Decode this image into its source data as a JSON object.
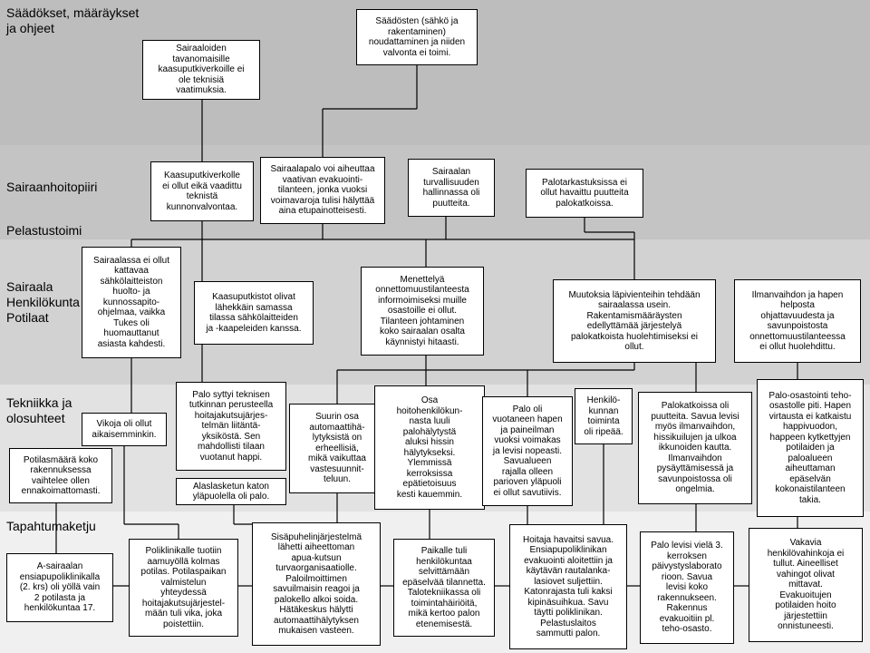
{
  "bands": [
    {
      "label": "Säädökset, määräykset\nja ohjeet",
      "color": "#bdbdbd"
    },
    {
      "label": "Sairaanhoitopiiri",
      "color": "#c4c4c4"
    },
    {
      "label": "Pelastustoimi",
      "color": "#c4c4c4"
    },
    {
      "label": "Sairaala\nHenkilökunta\nPotilaat",
      "color": "#d2d2d2"
    },
    {
      "label": "Tekniikka ja\nolosuhteet",
      "color": "#e2e2e2"
    },
    {
      "label": "Tapahtumaketju",
      "color": "#f0f0f0"
    }
  ],
  "boxes": {
    "b_std1": "Sairaaloiden\ntavanomaisille\nkaasuputkiverkoille ei\nole teknisiä\nvaatimuksia.",
    "b_std2": "Säädösten (sähkö ja\nrakentaminen)\nnoudattaminen ja niiden\nvalvonta ei toimi.",
    "b_shp1": "Kaasuputkiverkolle\nei ollut eikä vaadittu\nteknistä\nkunnonvalvontaa.",
    "b_shp2": "Sairaalapalo voi aiheuttaa\nvaativan evakuointi-\ntilanteen, jonka vuoksi\nvoimavaroja tulisi hälyttää\naina etupainotteisesti.",
    "b_shp3": "Sairaalan\nturvallisuuden\nhallinnassa oli\npuutteita.",
    "b_shp4": "Palotarkastuksissa ei\nollut havaittu puutteita\npalokatkoissa.",
    "b_hos1": "Sairaalassa ei ollut\nkattavaa\nsähkölaitteiston\nhuolto- ja\nkunnossapito-\nohjelmaa, vaikka\nTukes oli\nhuomauttanut\nasiasta kahdesti.",
    "b_hos2": "Kaasuputkistot olivat\nlähekkäin samassa\ntilassa sähkölaitteiden\nja -kaapeleiden kanssa.",
    "b_hos3": "Menettelyä\nonnettomuustilanteesta\ninformoimiseksi muille\nosastoille ei ollut.\nTilanteen johtaminen\nkoko sairaalan osalta\nkäynnistyi hitaasti.",
    "b_hos4": "Muutoksia läpivienteihin tehdään\nsairaalassa usein.\nRakentamismääräysten\nedellyttämää järjestelyä\npalokatkoista huolehtimiseksi ei\nollut.",
    "b_hos5": "Ilmanvaihdon ja hapen\nhelposta\nohjattavuudesta ja\nsavunpoistosta\nonnettomuustilanteessa\nei ollut huolehdittu.",
    "b_tec0": "Potilasmäärä koko\nrakennuksessa\nvaihtelee ollen\nennakoimattomasti.",
    "b_tec1": "Vikoja oli ollut\naikaisemminkin.",
    "b_tec2": "Palo syttyi teknisen\ntutkinnan perusteella\nhoitajakutsujärjes-\ntelmän liitäntä-\nyksiköstä. Sen\nmahdollisti tilaan\nvuotanut happi.",
    "b_tec2b": "Alaslasketun katon\nyläpuolella oli palo.",
    "b_tec3": "Suurin osa\nautomaattihä-\nlytyksistä on\nerheellisiä,\nmikä vaikuttaa\nvastesuunnit-\nteluun.",
    "b_tec4": "Osa\nhoitohenkilökun-\nnasta luuli\npalohälytystä\naluksi hissin\nhälytykseksi.\nYlemmissä\nkerroksissa\nepätietoisuus\nkesti kauemmin.",
    "b_tec5": "Palo oli\nvuotaneen hapen\nja paineilman\nvuoksi voimakas\nja levisi nopeasti.\nSavualueen\nrajalla olleen\nparioven yläpuoli\nei ollut savutiivis.",
    "b_tec6": "Henkilö-\nkunnan\ntoiminta\noli ripeää.",
    "b_tec7": "Palokatkoissa oli\npuutteita. Savua levisi\nmyös ilmanvaihdon,\nhissikuilujen ja ulkoa\nikkunoiden kautta.\nIlmanvaihdon\npysäyttämisessä ja\nsavunpoistossa oli\nongelmia.",
    "b_tec8": "Palo-osastointi teho-\nosastolle piti. Hapen\nvirtausta ei katkaistu\nhappivuodon,\nhappeen kytkettyjen\npotilaiden ja\npaloalueen\naiheuttaman\nepäselvän\nkokonaistilanteen\ntakia.",
    "b_ev1": "A-sairaalan\nensiapupoliklinikalla\n(2. krs) oli yöllä vain\n2 potilasta ja\nhenkilökuntaa 17.",
    "b_ev2": "Poliklinikalle tuotiin\naamuyöllä kolmas\npotilas. Potilaspaikan\nvalmistelun\nyhteydessä\nhoitajakutsujärjestel-\nmään tuli vika, joka\npoistettiin.",
    "b_ev3": "Sisäpuhelinjärjestelmä\nlähetti aiheettoman\napua-kutsun\nturvaorganisaatiolle.\nPaloilmoittimen\nsavuilmaisin reagoi ja\npalokello alkoi soida.\nHätäkeskus hälytti\nautomaattihälytyksen\nmukaisen vasteen.",
    "b_ev4": "Paikalle tuli\nhenkilökuntaa\nselvittämään\nepäselvää tilannetta.\nTalotekniikassa oli\ntoimintahäiriöitä,\nmikä kertoo palon\netenemisestä.",
    "b_ev5": "Hoitaja havaitsi savua.\nEnsiapupoliklinikan\nevakuointi aloitettiin ja\nkäytävän rautalanka-\nlasiovet suljettiin.\nKatonrajasta tuli kaksi\nkipinäsuihkua. Savu\ntäytti poliklinikan.\nPelastuslaitos\nsammutti palon.",
    "b_ev6": "Palo levisi vielä 3.\nkerroksen\npäivystyslaborato\nrioon. Savua\nlevisi koko\nrakennukseen.\nRakennus\nevakuoitiin pl.\nteho-osasto.",
    "b_ev7": "Vakavia\nhenkilövahinkoja ei\ntullut. Aineelliset\nvahingot olivat\nmittavat.\nEvakuoitujen\npotilaiden hoito\njärjestettiin\nonnistuneesti."
  }
}
